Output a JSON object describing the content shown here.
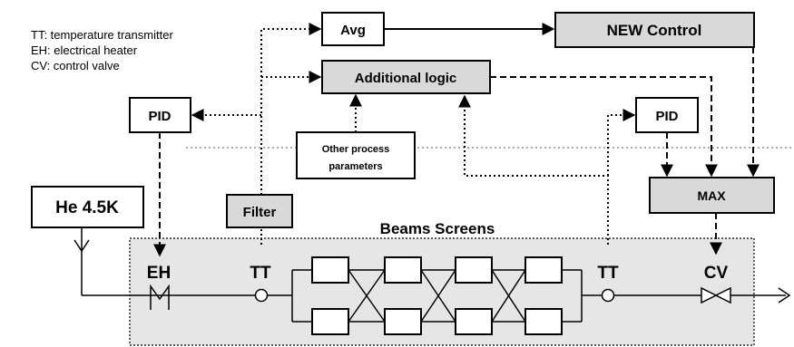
{
  "legend": [
    {
      "abbr": "TT",
      "text": "TT: temperature transmitter"
    },
    {
      "abbr": "EH",
      "text": "EH: electrical heater"
    },
    {
      "abbr": "CV",
      "text": "CV: control valve"
    }
  ],
  "blocks": {
    "avg": "Avg",
    "new_control": "NEW Control",
    "additional_logic": "Additional logic",
    "pid_left": "PID",
    "pid_right": "PID",
    "other_params_line1": "Other process",
    "other_params_line2": "parameters",
    "filter": "Filter",
    "max": "MAX",
    "he_supply": "He 4.5K"
  },
  "region": {
    "beam_screens": "Beams Screens"
  },
  "instruments": {
    "eh": "EH",
    "tt_left": "TT",
    "tt_right": "TT",
    "cv": "CV"
  },
  "colors": {
    "block_fill": "#d9d9d9",
    "region_fill": "#e6e6e6",
    "stroke": "#000000"
  }
}
